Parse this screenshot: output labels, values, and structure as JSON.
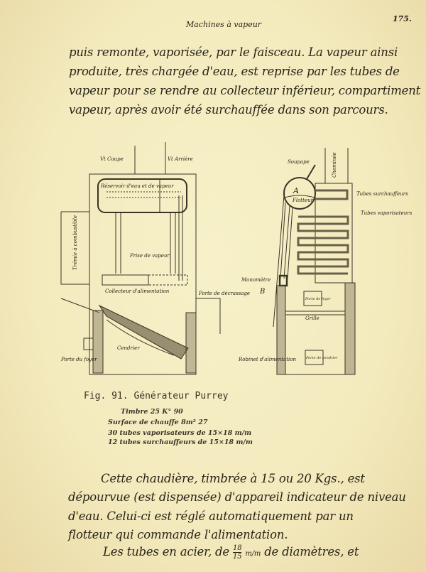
{
  "header": {
    "title": "Machines à vapeur",
    "page_number": "175."
  },
  "paragraph_top": [
    "puis remonte, vaporisée, par le faisceau.  La vapeur ainsi",
    "produite, très chargée d'eau, est reprise par les tubes de",
    "vapeur pour se rendre au collecteur inférieur, compartiment",
    "vapeur, après avoir été surchauffée dans son parcours."
  ],
  "figure": {
    "left_labels": {
      "coupe": "Vt Coupe",
      "arriere": "Vt Arrière",
      "reservoir": "Réservoir d'eau et de vapeur",
      "tremie": "Trémie à combustible",
      "prise": "Prise de vapeur",
      "collecteur": "Collecteur d'alimentation",
      "decrassage": "Porte de décrassage",
      "cendrier": "Cendrier",
      "porte_foyer": "Porte du foyer"
    },
    "right_labels": {
      "soupape": "Soupape",
      "cheminee": "Cheminée",
      "a": "A",
      "flotteur": "Flotteur",
      "surchauffeurs": "Tubes surchauffeurs",
      "vaporisateurs": "Tubes vaporisateurs",
      "manometre": "Manomètre",
      "b": "B",
      "porte_foyer": "Porte de foyer",
      "grille": "Grille",
      "robinet": "Robinet d'alimentation",
      "porte_cendrier": "Porte de cendrier"
    },
    "caption": "Fig. 91. Générateur Purrey",
    "specs": [
      "Timbre 25 K° 90",
      "Surface de chauffe 8m² 27",
      "30 tubes vaporisateurs de 15×18 m/m",
      "12 tubes surchauffeurs de 15×18 m/m"
    ]
  },
  "paragraph_bottom": [
    "Cette chaudière, timbrée à 15 ou 20 Kgs., est",
    "dépourvue (est dispensée) d'appareil indicateur de niveau",
    "d'eau. Celui-ci est réglé automatiquement par un",
    "flotteur qui commande l'alimentation.",
    "Les tubes en acier, de",
    "de diamètres, et"
  ],
  "fraction": {
    "num": "18",
    "unit": "m/m",
    "den": "15"
  }
}
